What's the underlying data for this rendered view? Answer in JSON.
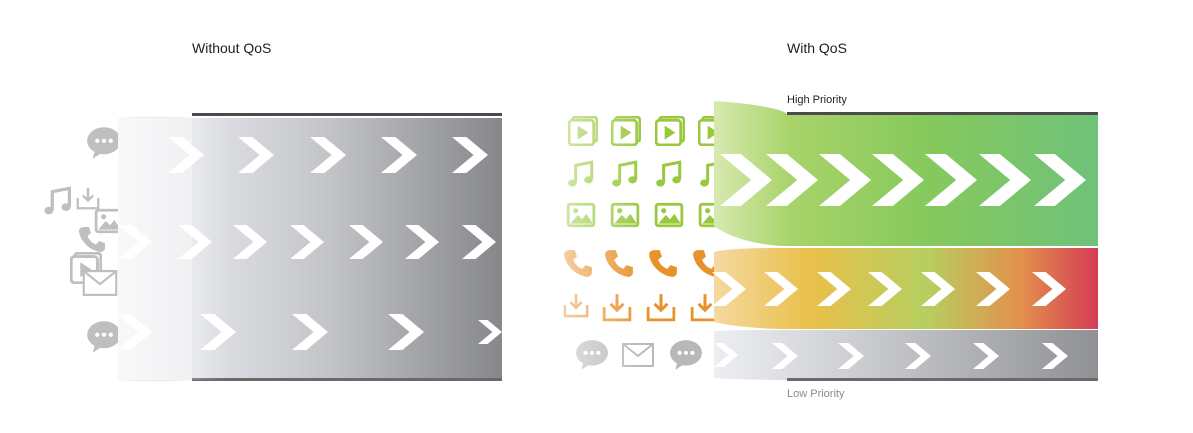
{
  "left_panel": {
    "title": "Without QoS"
  },
  "right_panel": {
    "title": "With QoS",
    "high_label": "High Priority",
    "low_label": "Low Priority"
  },
  "colors": {
    "high_band": "#6fc56c",
    "mid_band_start": "#f0c040",
    "mid_band_end": "#d94055",
    "low_band": "#9a9ca0",
    "icon_green": "#98c83c",
    "icon_orange": "#e8922c",
    "icon_gray": "#b4b4b4"
  },
  "icons": {
    "high_priority": [
      "video-icon",
      "music-icon",
      "image-icon"
    ],
    "mid_priority": [
      "phone-icon",
      "download-icon"
    ],
    "low_priority": [
      "chat-icon",
      "mail-icon"
    ]
  }
}
